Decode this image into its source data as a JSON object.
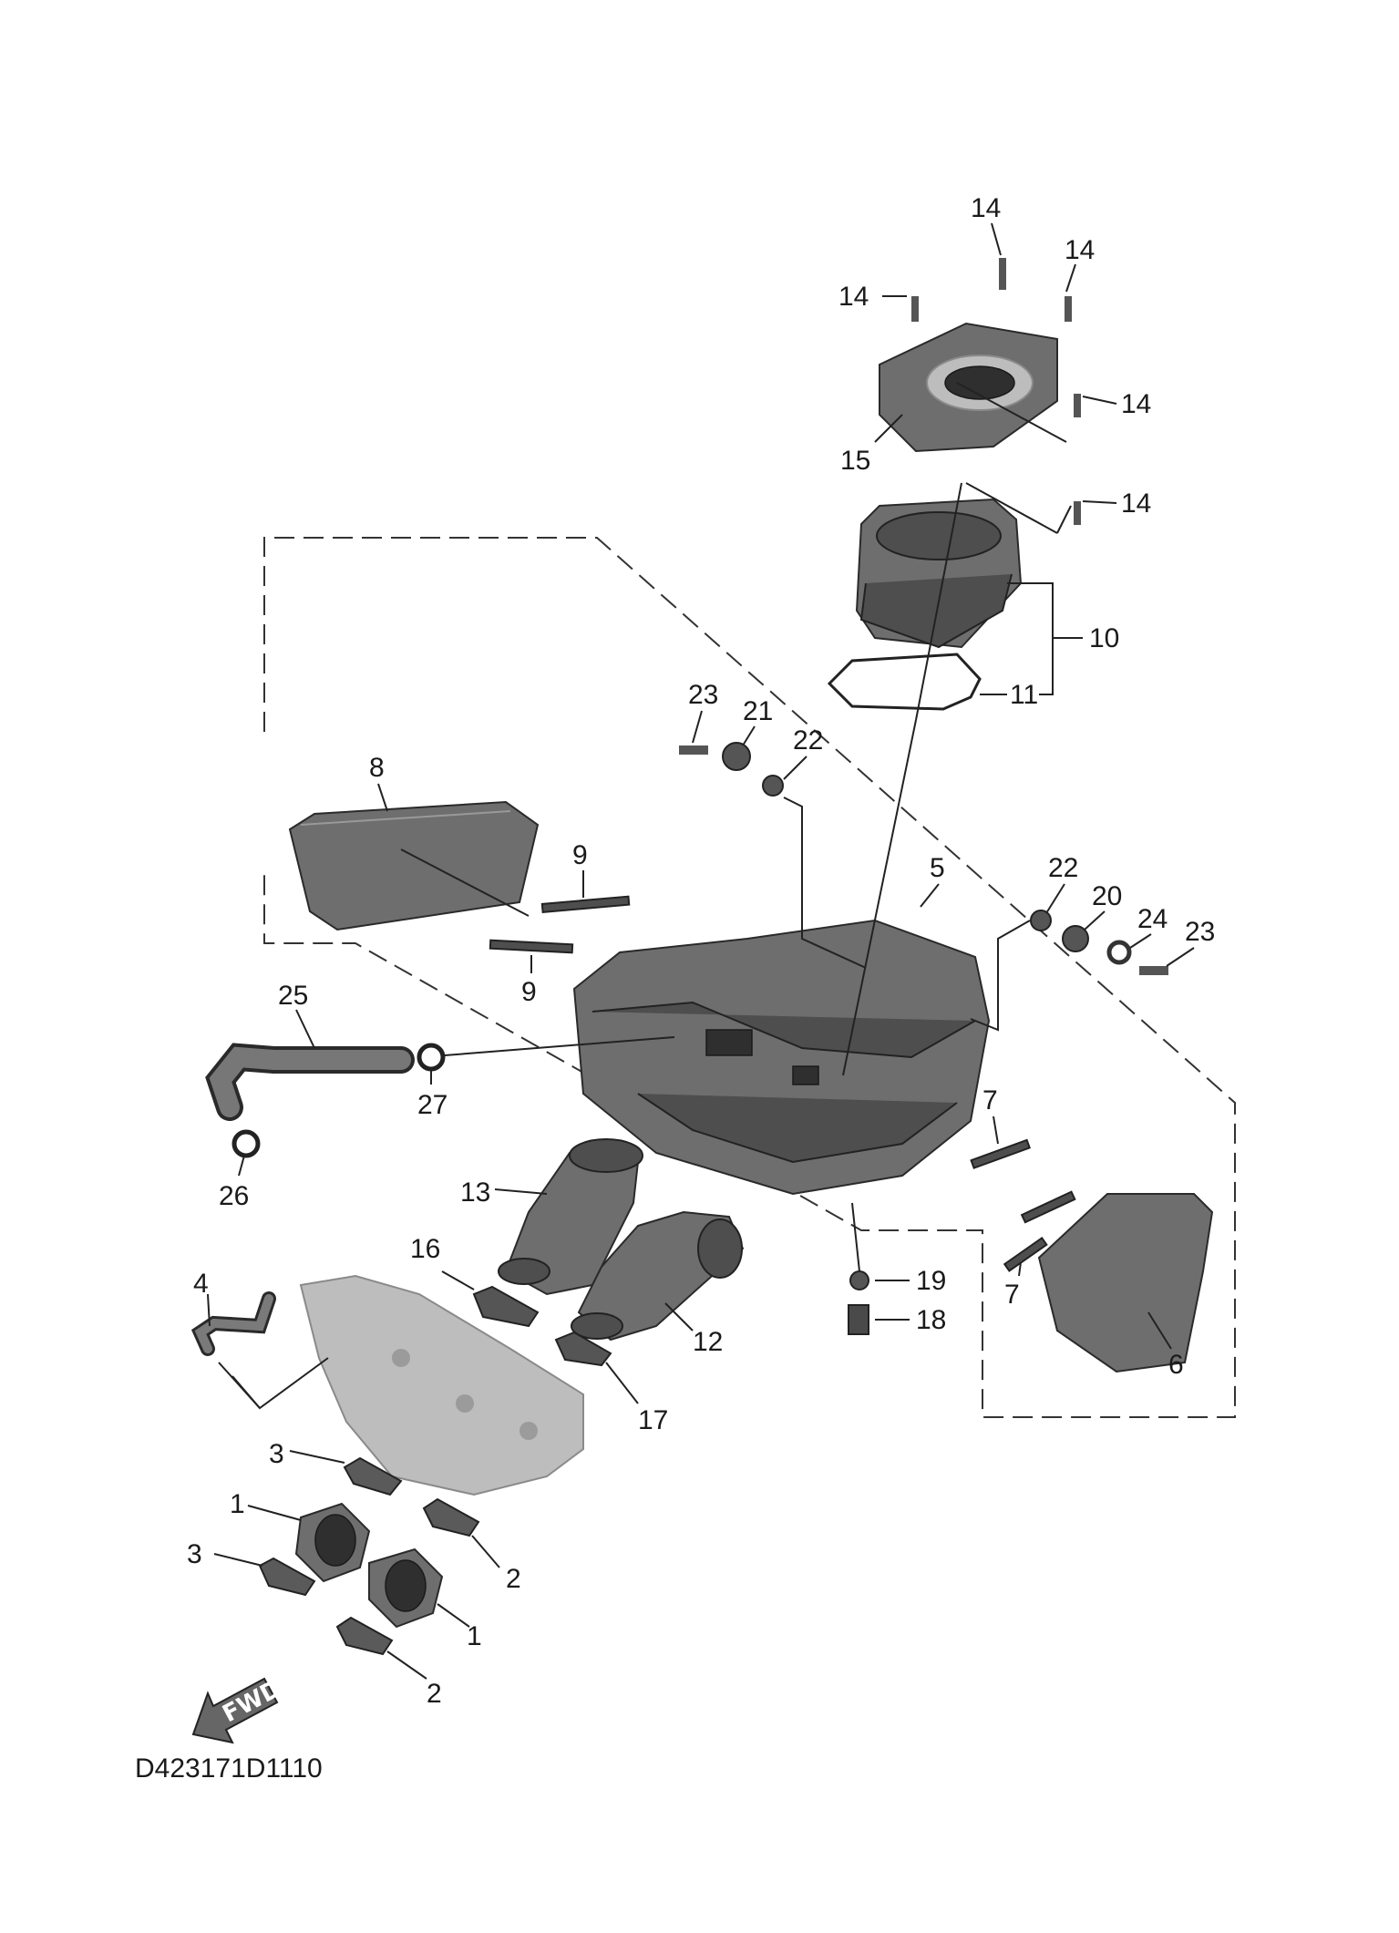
{
  "diagram": {
    "title": "Intake / Air Filter Case exploded view",
    "code": "D423171D1110",
    "fwd_label": "FWD",
    "callouts": {
      "c1a": "1",
      "c1b": "1",
      "c2a": "2",
      "c2b": "2",
      "c3a": "3",
      "c3b": "3",
      "c4": "4",
      "c5": "5",
      "c6": "6",
      "c7a": "7",
      "c7b": "7",
      "c8": "8",
      "c9a": "9",
      "c9b": "9",
      "c10": "10",
      "c11": "11",
      "c12": "12",
      "c13": "13",
      "c14a": "14",
      "c14b": "14",
      "c14c": "14",
      "c14d": "14",
      "c14e": "14",
      "c15": "15",
      "c16": "16",
      "c17": "17",
      "c18": "18",
      "c19": "19",
      "c20": "20",
      "c21": "21",
      "c22a": "22",
      "c22b": "22",
      "c23a": "23",
      "c23b": "23",
      "c24": "24",
      "c25": "25",
      "c26": "26",
      "c27": "27"
    }
  }
}
